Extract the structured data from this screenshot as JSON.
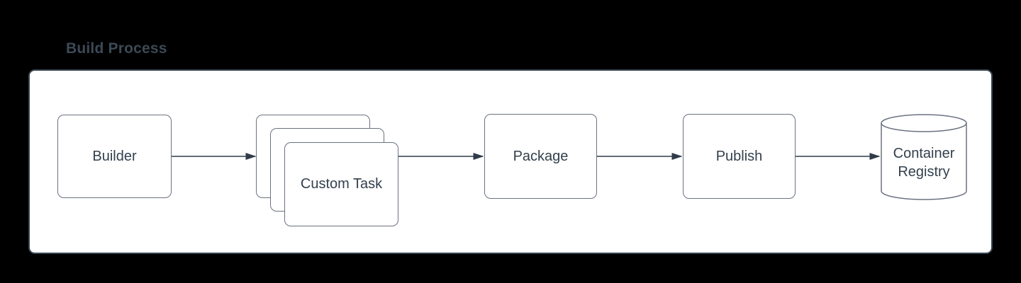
{
  "title": "Build Process",
  "diagram": {
    "type": "flowchart",
    "nodes": {
      "builder": "Builder",
      "custom_task": "Custom Task",
      "package": "Package",
      "publish": "Publish",
      "container_registry": "Container Registry"
    },
    "edges": [
      {
        "from": "Builder",
        "to": "Custom Task"
      },
      {
        "from": "Custom Task",
        "to": "Package"
      },
      {
        "from": "Package",
        "to": "Publish"
      },
      {
        "from": "Publish",
        "to": "Container Registry"
      }
    ],
    "notes": {
      "custom_task_style": "stack of 3 offset cards",
      "container_registry_style": "database cylinder"
    }
  },
  "colors": {
    "background": "#000000",
    "panel_fill": "#ffffff",
    "panel_border": "#3a4653",
    "node_fill": "#ffffff",
    "node_border": "#6b7280",
    "text": "#33404d",
    "arrow": "#2f3b49",
    "title_text": "#3d4956"
  }
}
